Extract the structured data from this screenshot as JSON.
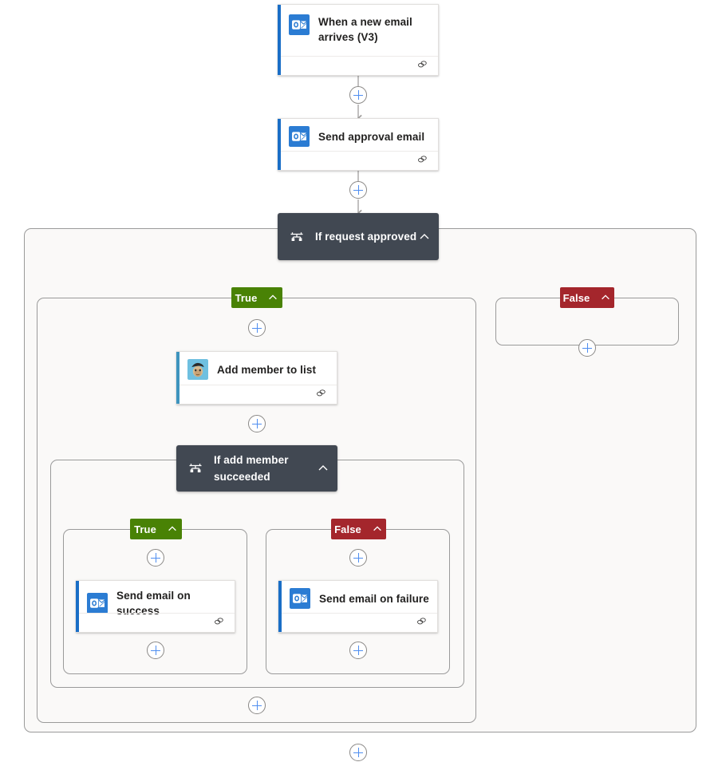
{
  "flow": {
    "trigger": {
      "id": "when-a-new-email-arrives",
      "title": "When a new email arrives (V3)",
      "icon": "outlook-icon",
      "accent_color": "#1a6ec6",
      "footer_icon": "link-icon"
    },
    "actions": [
      {
        "id": "send-approval-email",
        "title": "Send approval email",
        "icon": "outlook-icon",
        "accent_color": "#1a6ec6",
        "footer_icon": "link-icon"
      },
      {
        "id": "add-member-to-list",
        "title": "Add member to list",
        "icon": "mailchimp-icon",
        "accent_color": "#3e94be",
        "footer_icon": "link-icon"
      },
      {
        "id": "send-email-on-success",
        "title": "Send email on success",
        "icon": "outlook-icon",
        "accent_color": "#1a6ec6",
        "footer_icon": "link-icon"
      },
      {
        "id": "send-email-on-failure",
        "title": "Send email on failure",
        "icon": "outlook-icon",
        "accent_color": "#1a6ec6",
        "footer_icon": "link-icon"
      }
    ],
    "conditions": [
      {
        "id": "if-request-approved",
        "title": "If request approved",
        "icon": "condition-icon",
        "collapse_icon": "chevron-up-icon"
      },
      {
        "id": "if-add-member-succeeded",
        "title": "If add member succeeded",
        "icon": "condition-icon",
        "collapse_icon": "chevron-up-icon"
      }
    ],
    "branch_labels": {
      "true": "True",
      "false": "False",
      "collapse_icon": "chevron-up-icon",
      "true_color": "#498205",
      "false_color": "#a4262c"
    },
    "add_buttons": [
      {
        "id": "add-step-after-trigger",
        "label": "+"
      },
      {
        "id": "add-step-after-send-approval-email",
        "label": "+"
      },
      {
        "id": "add-step-in-outer-true-branch",
        "label": "+"
      },
      {
        "id": "add-step-in-outer-false-branch",
        "label": "+"
      },
      {
        "id": "add-step-after-add-member-to-list",
        "label": "+"
      },
      {
        "id": "add-step-in-inner-true-branch",
        "label": "+"
      },
      {
        "id": "add-step-in-inner-false-branch",
        "label": "+"
      },
      {
        "id": "add-step-after-send-email-on-success",
        "label": "+"
      },
      {
        "id": "add-step-after-send-email-on-failure",
        "label": "+"
      },
      {
        "id": "add-step-after-inner-condition",
        "label": "+"
      },
      {
        "id": "add-step-after-outer-condition",
        "label": "+"
      }
    ]
  },
  "colors": {
    "canvas_background": "#ffffff",
    "scope_background": "#faf9f8",
    "scope_border": "#9a9a9a",
    "connector": "#a19f9d",
    "plus_accent": "#4f8ef0",
    "condition_background": "#414852",
    "card_background": "#ffffff"
  }
}
